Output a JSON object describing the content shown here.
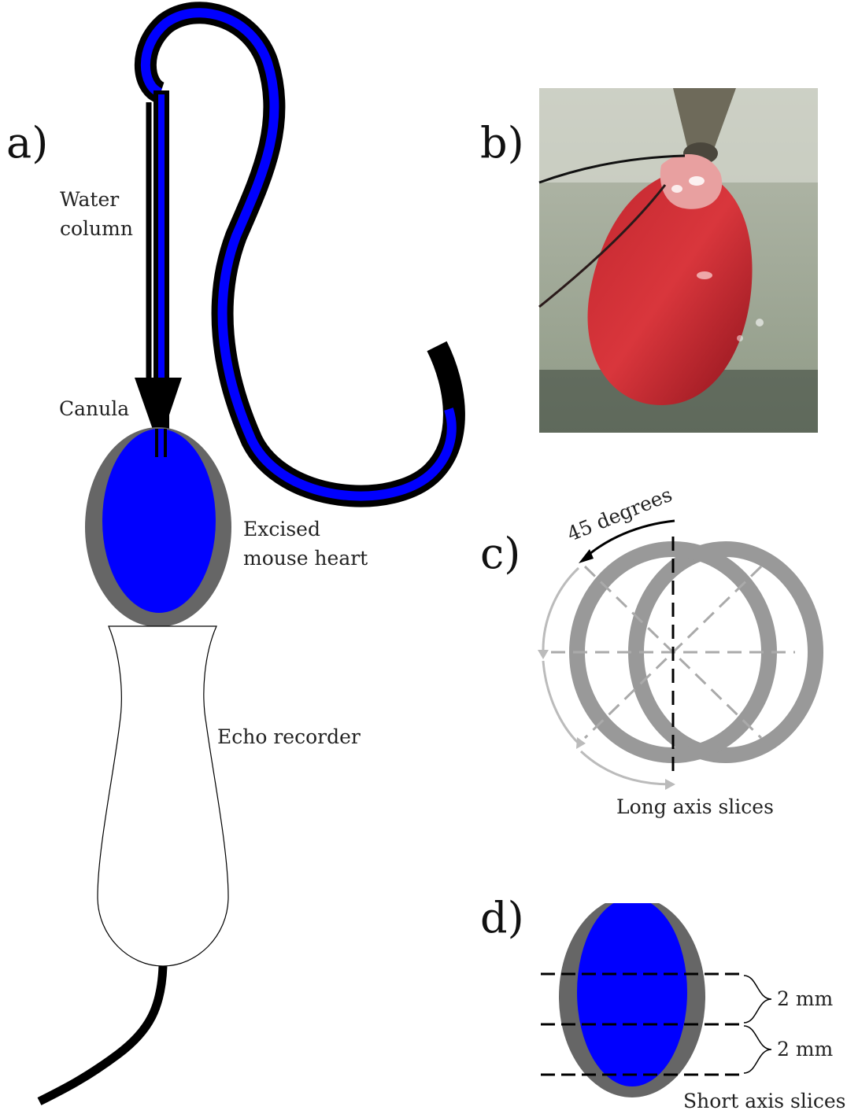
{
  "panels": {
    "a": "a)",
    "b": "b)",
    "c": "c)",
    "d": "d)"
  },
  "labels": {
    "water_column_line1": "Water",
    "water_column_line2": "column",
    "canula": "Canula",
    "excised_line1": "Excised",
    "excised_line2": "mouse heart",
    "echo_recorder": "Echo recorder",
    "degrees": "45 degrees",
    "long_axis": "Long axis slices",
    "mm_1": "2 mm",
    "mm_2": "2 mm",
    "short_axis": "Short axis slices"
  },
  "colors": {
    "fluid": "#0000ff",
    "heart_wall": "#666666",
    "ring": "#999999",
    "tube": "#000000"
  }
}
